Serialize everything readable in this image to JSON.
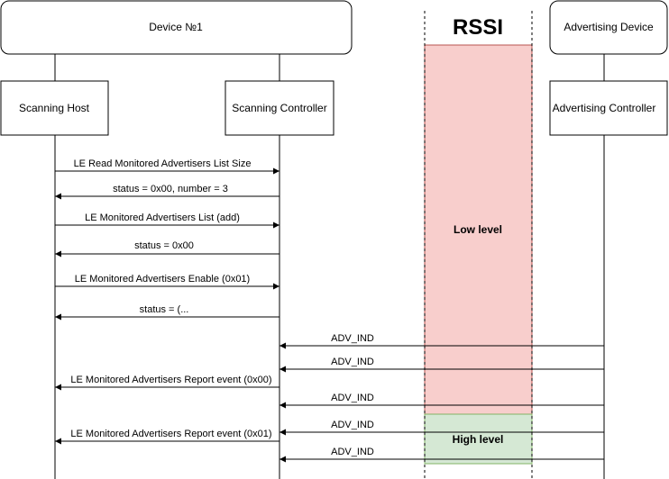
{
  "diagram": {
    "device1": "Device №1",
    "advertising_device": "Advertising Device",
    "scanning_host": "Scanning Host",
    "scanning_controller": "Scanning Controller",
    "advertising_controller": "Advertising Controller",
    "rssi_title": "RSSI",
    "low_level": "Low level",
    "high_level": "High level",
    "low_color": "#f8cecc",
    "low_border": "#b85450",
    "high_color": "#d5e8d4",
    "high_border": "#82b366",
    "messages": [
      "LE Read Monitored Advertisers List Size",
      "status = 0x00, number = 3",
      "LE Monitored Advertisers List (add)",
      "status = 0x00",
      "LE Monitored Advertisers Enable (0x01)",
      "status = (...",
      "ADV_IND",
      "ADV_IND",
      "LE Monitored Advertisers Report event (0x00)",
      "ADV_IND",
      "ADV_IND",
      "LE Monitored Advertisers Report event (0x01)",
      "ADV_IND"
    ]
  }
}
